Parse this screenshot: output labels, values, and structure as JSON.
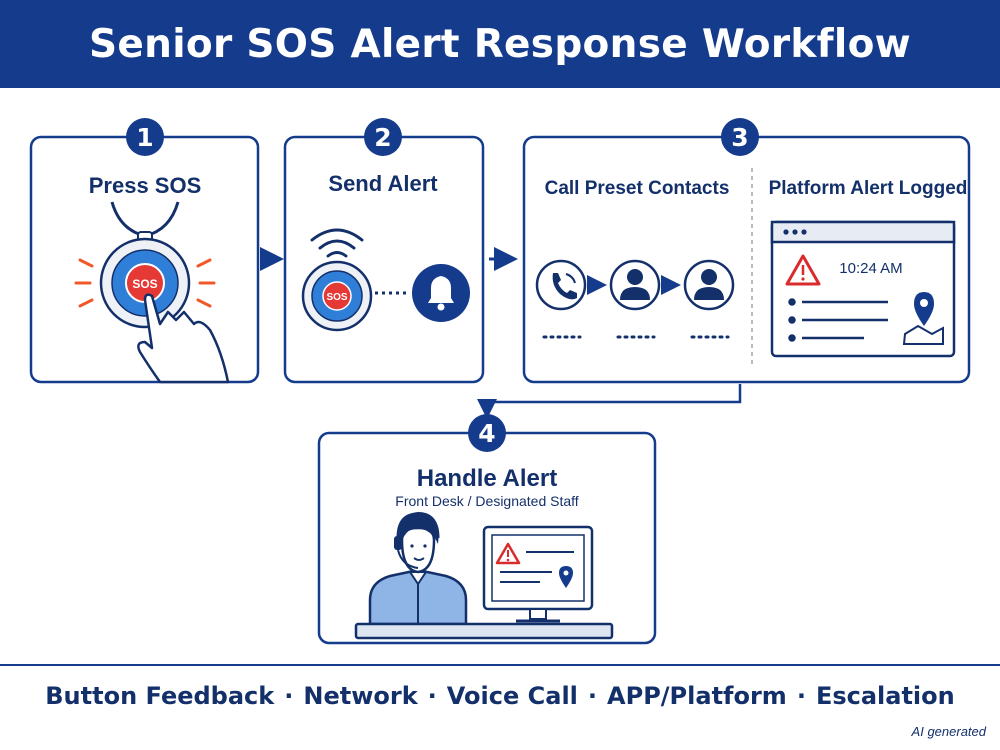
{
  "title": "Senior SOS Alert Response Workflow",
  "steps": [
    {
      "number": "1",
      "title": "Press SOS",
      "button_text": "SOS"
    },
    {
      "number": "2",
      "title": "Send Alert",
      "button_text": "SOS"
    },
    {
      "number": "3",
      "left_title": "Call Preset Contacts",
      "right_title": "Platform Alert Logged",
      "log_time": "10:24 AM"
    },
    {
      "number": "4",
      "title": "Handle Alert",
      "subtitle": "Front Desk / Designated Staff"
    }
  ],
  "footer": {
    "items": [
      "Button  Feedback",
      "Network",
      "Voice Call",
      "APP/Platform",
      "Escalation"
    ],
    "separator": "·",
    "note": "AI generated"
  },
  "icons": [
    "sos-pendant-icon",
    "tapping-hand-icon",
    "wifi-signal-icon",
    "bell-icon",
    "phone-icon",
    "person-icon",
    "warning-icon",
    "location-pin-icon",
    "operator-headset-icon",
    "computer-monitor-icon"
  ],
  "colors": {
    "primary": "#153b8c",
    "sos_red": "#e53935",
    "button_blue": "#2f7fd8",
    "alert_orange": "#f0592a",
    "warning_red": "#d92b2b"
  }
}
